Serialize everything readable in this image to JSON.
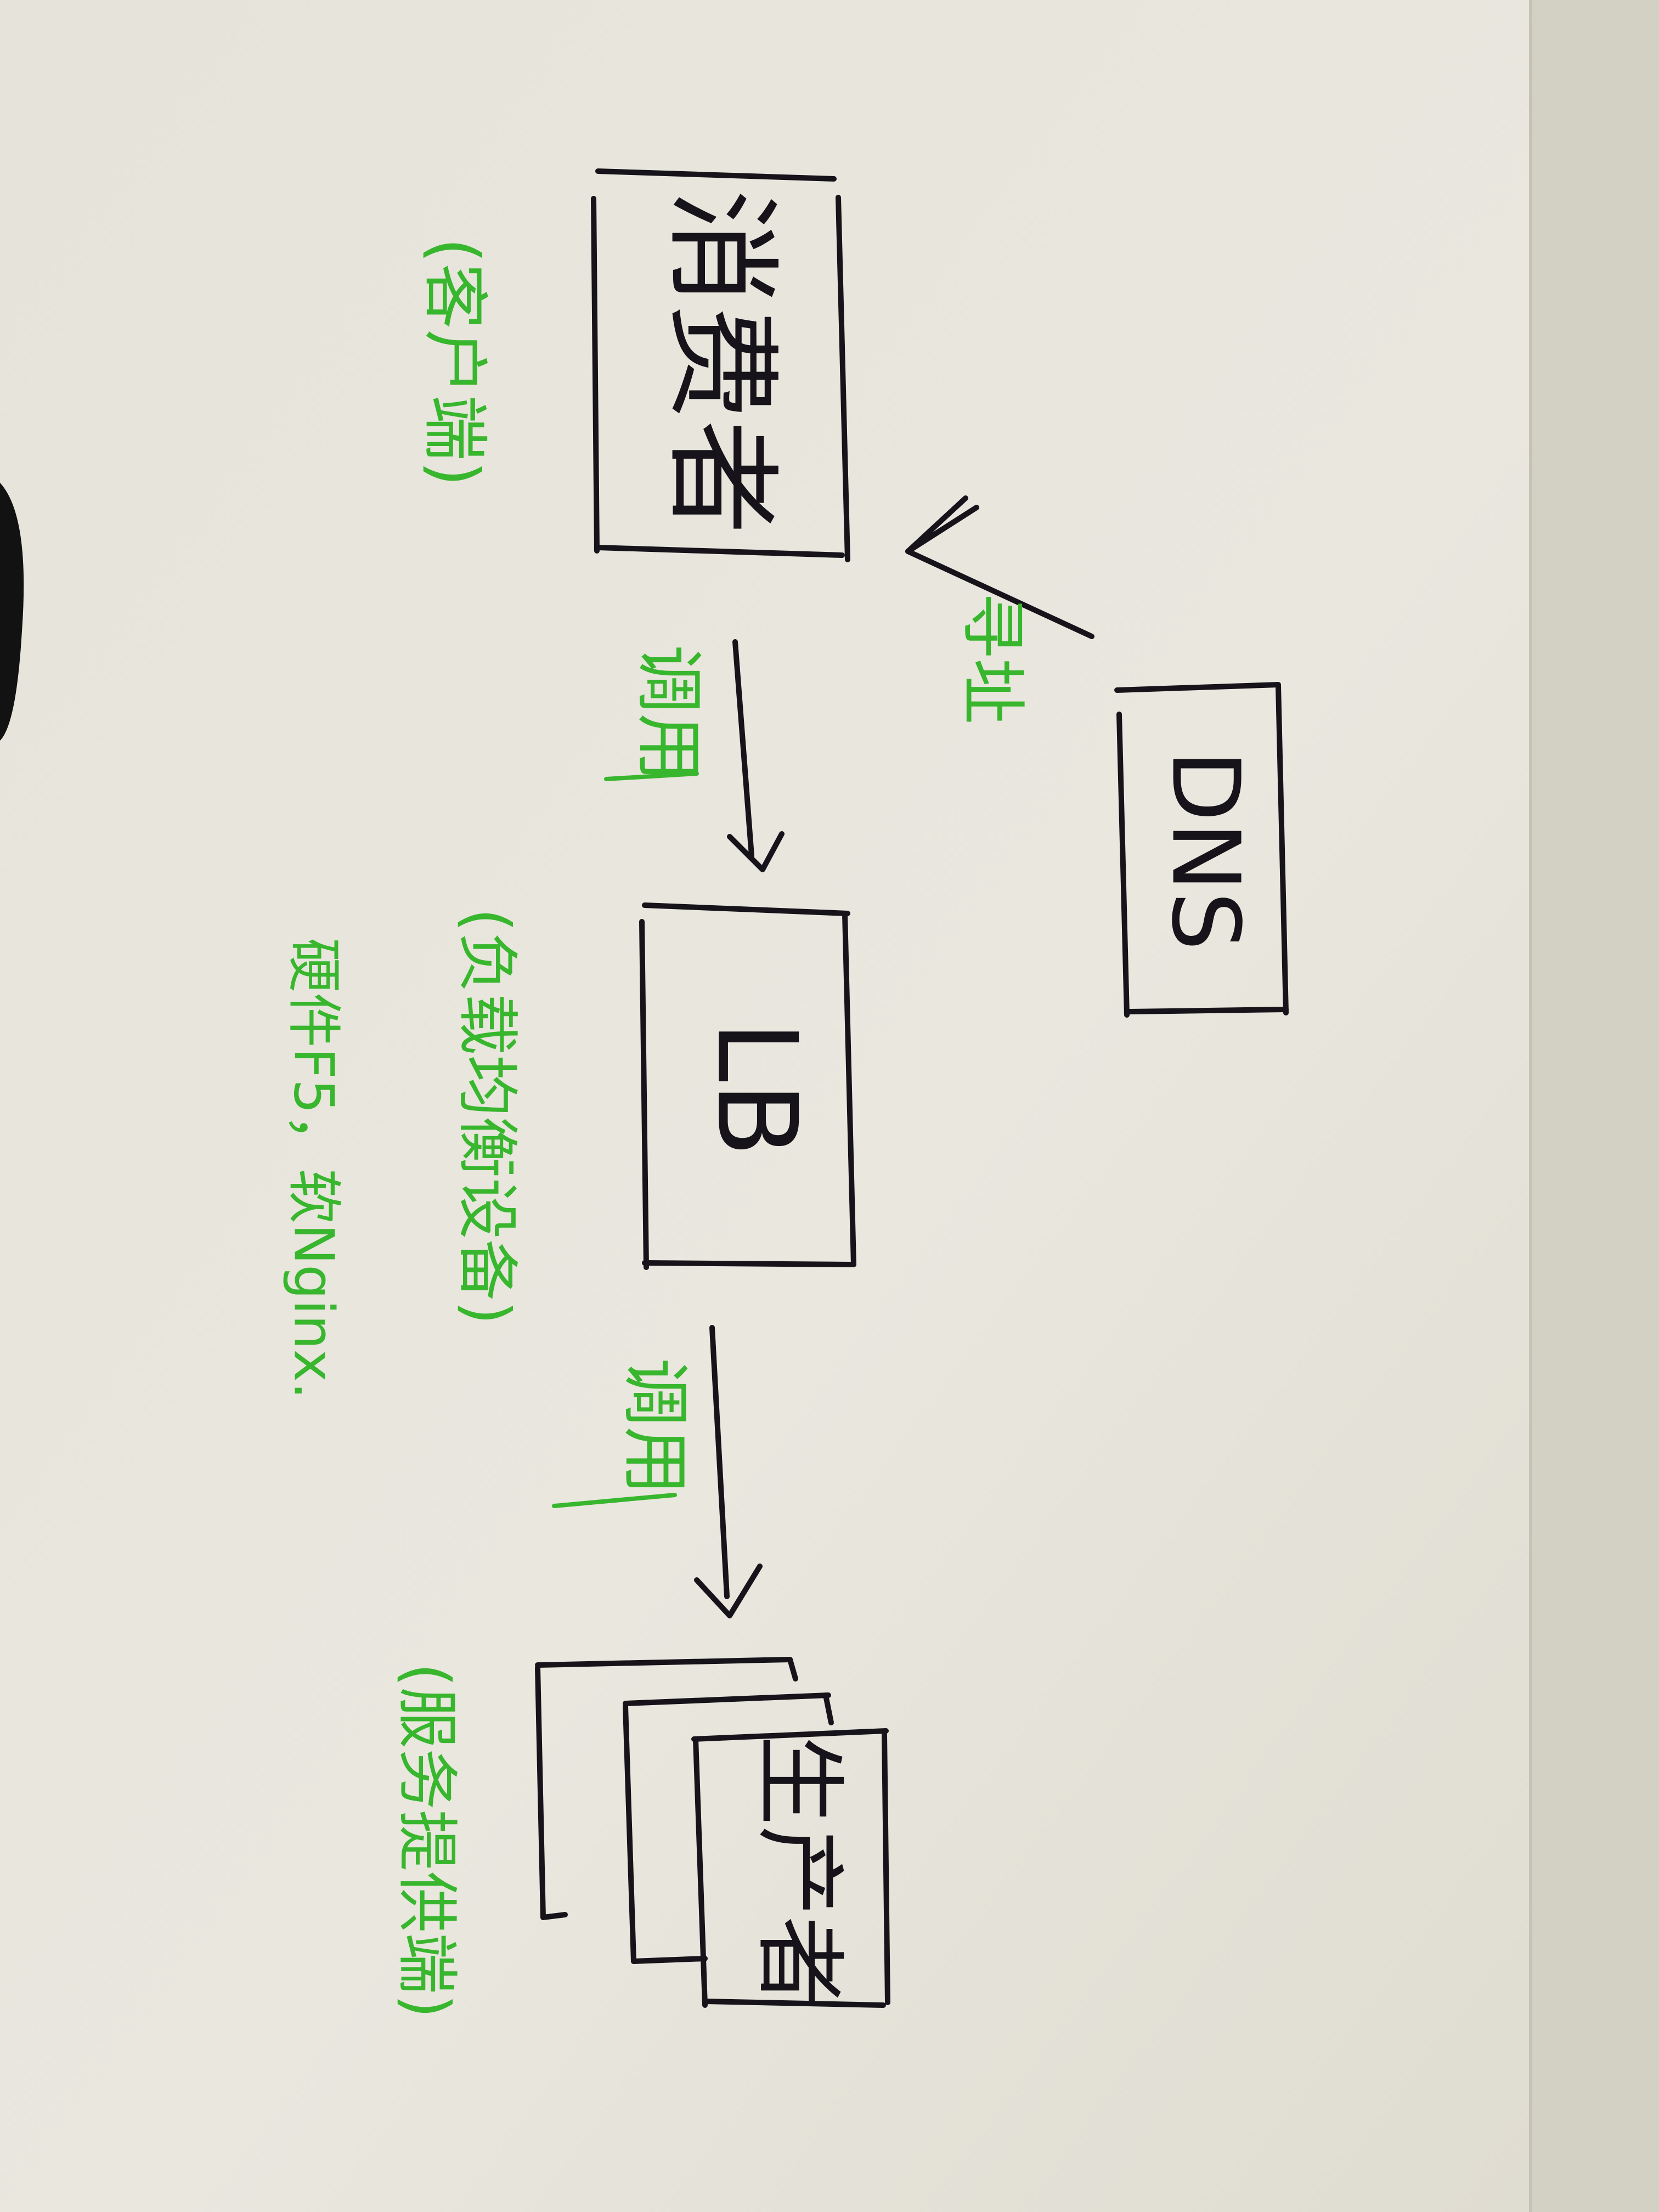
{
  "nodes": {
    "consumer": {
      "label": "消费者",
      "note": "(客户端)"
    },
    "dns": {
      "label": "DNS"
    },
    "lb": {
      "label": "LB",
      "note": "(负载均衡设备)",
      "note2": "硬件F5，软Nginx."
    },
    "provider": {
      "label": "生产者",
      "note": "(服务提供端)"
    }
  },
  "edges": {
    "dns_to_consumer": {
      "label": "寻址"
    },
    "consumer_to_lb": {
      "label": "调用"
    },
    "lb_to_provider": {
      "label": "调用"
    }
  },
  "colors": {
    "ink": "#16141a",
    "green": "#38b62e",
    "paper": "#e9e7de"
  }
}
